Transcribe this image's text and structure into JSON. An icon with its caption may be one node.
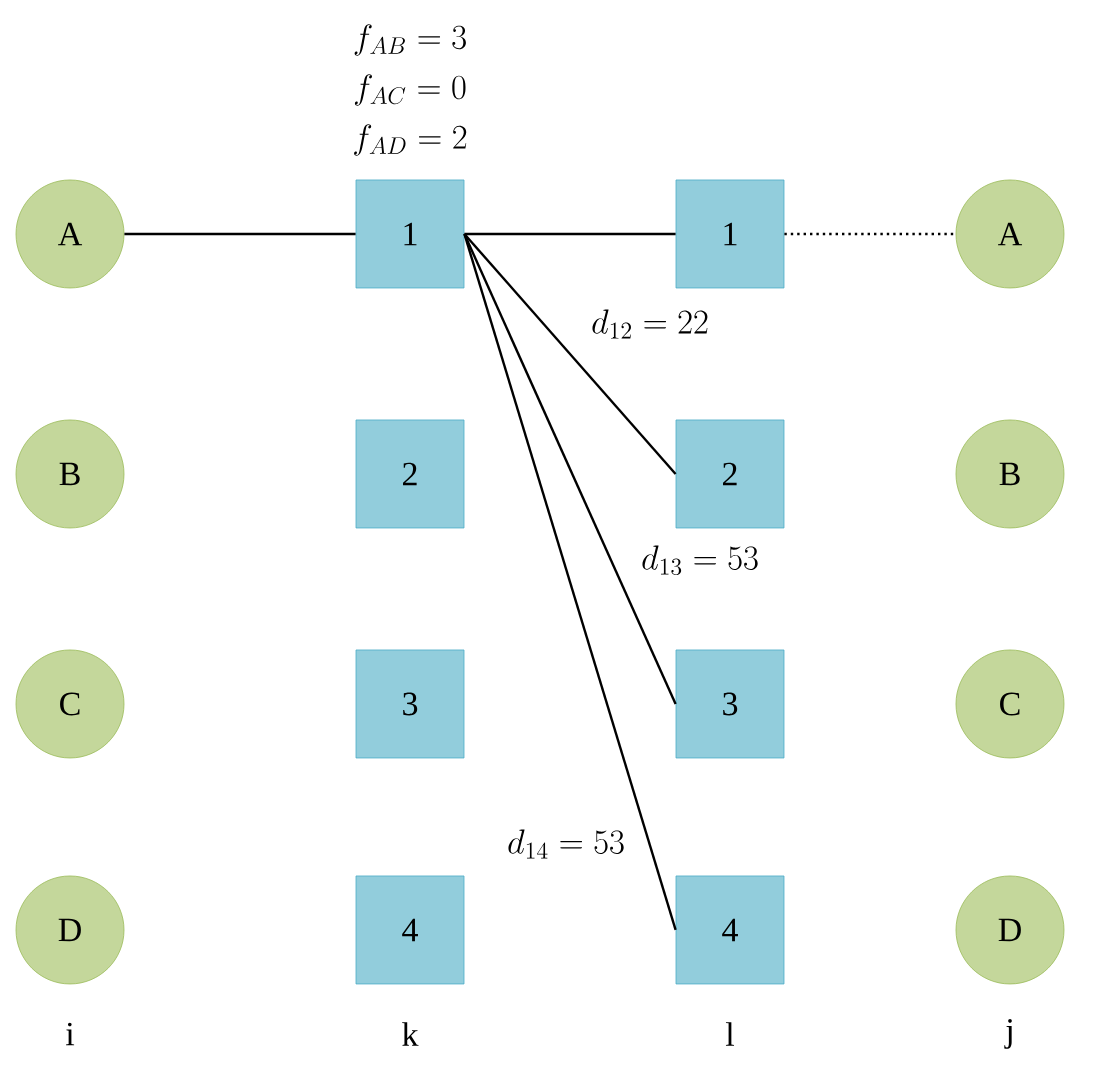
{
  "diagram": {
    "nodes": [
      {
        "text": [
          "A"
        ]
      },
      {
        "text": [
          "B"
        ]
      },
      {
        "text": [
          "C"
        ]
      },
      {
        "text": [
          "D"
        ]
      },
      {
        "text": [
          "1"
        ],
        "beside": [
          "f_{AB} = 3",
          "f_{AC} = 0",
          "f_{AD} = 2"
        ]
      },
      {
        "text": [
          "2"
        ]
      },
      {
        "text": [
          "3"
        ]
      },
      {
        "text": [
          "4"
        ]
      },
      {
        "text": [
          "1"
        ]
      },
      {
        "text": [
          "2"
        ]
      },
      {
        "text": [
          "3"
        ]
      },
      {
        "text": [
          "4"
        ]
      },
      {
        "text": [
          "A"
        ]
      },
      {
        "text": [
          "B"
        ]
      },
      {
        "text": [
          "C"
        ]
      },
      {
        "text": [
          "D"
        ]
      }
    ],
    "edges": [
      {
        "from": 0,
        "to": 4,
        "arrow": "none"
      },
      {
        "from": 4,
        "to": 8,
        "arrow": "none"
      },
      {
        "from": 8,
        "to": 12,
        "arrow": "none",
        "style": "dashed"
      },
      {
        "from": 4,
        "to": 9,
        "arrow": "none",
        "label": "d_{12} = 22"
      },
      {
        "from": 4,
        "to": 10,
        "arrow": "none",
        "label": "d_{13} = 53"
      },
      {
        "from": 4,
        "to": 11,
        "arrow": "none",
        "label": "d_{14} = 53"
      }
    ],
    "labels": [
      "i",
      "k",
      "l",
      "j"
    ]
  }
}
